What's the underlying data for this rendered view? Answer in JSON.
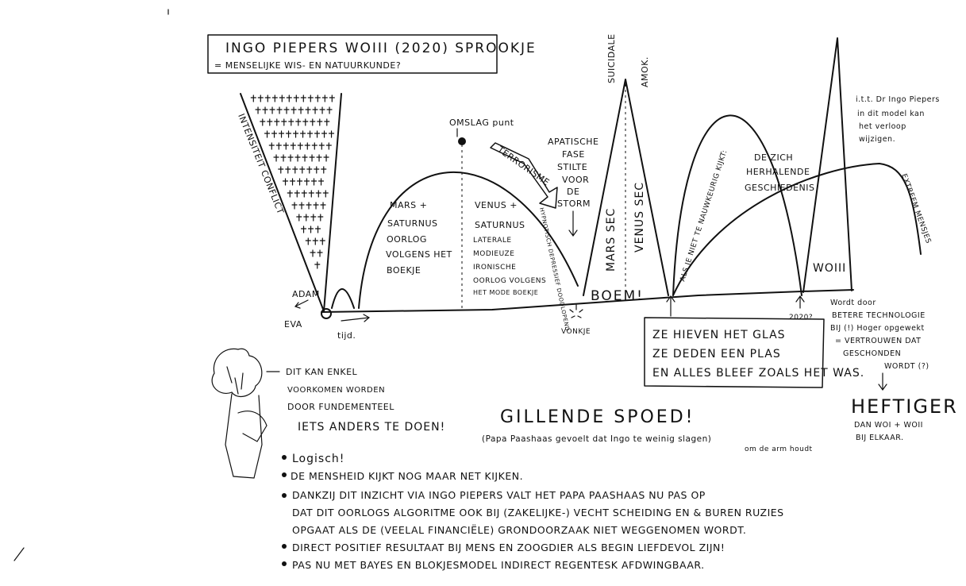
{
  "title": {
    "line1": "INGO PIEPERS WOIII (2020) SPROOKJE",
    "line2": "= MENSELIJKE WIS- EN NATUURKUNDE?"
  },
  "labels": {
    "intensiteit": "INTENSITEIT CONFLICT",
    "adam": "ADAM",
    "eva": "EVA",
    "tijd": "tijd.",
    "omslagpunt": "OMSLAG punt",
    "terrorisme": "TERRORISME",
    "hypnotisch": "HYPNOTISCH DEPRESSIEF DOODLOPEND",
    "apatische": [
      "APATISCHE",
      "FASE",
      "STILTE",
      "VOOR",
      "DE",
      "STORM"
    ],
    "suicidale": "SUICIDALE",
    "amok": "AMOK.",
    "marssec": "MARS SEC",
    "venussec": "VENUS SEC",
    "boem": "BOEM!",
    "vonkje": "VONKJE",
    "nauwkeurig": "ALS JE NIET TE NAUWKEURIG KIJKT:",
    "herhalende": [
      "DE ZICH",
      "HERHALENDE",
      "GESCHIEDENIS"
    ],
    "woiii": "WOIII",
    "jaar2020": "2020?",
    "extreem": "EXTREEM MENSJES",
    "piepers": [
      "i.t.t. Dr Ingo Piepers",
      "in dit model kan",
      "het verloop",
      "wijzigen."
    ],
    "mars_block": [
      "MARS +",
      "SATURNUS",
      "OORLOG",
      "VOLGENS HET",
      "BOEKJE"
    ],
    "venus_block": [
      "VENUS +",
      "SATURNUS",
      "LATERALE",
      "MODIEUZE",
      "IRONISCHE",
      "OORLOG VOLGENS",
      "HET MODE BOEKJE"
    ],
    "wordt": [
      "Wordt door",
      "BETERE TECHNOLOGIE",
      "BIJ (!) Hoger opgewekt",
      "= VERTROUWEN DAT",
      "GESCHONDEN",
      "WORDT (?)"
    ],
    "heftiger": "HEFTIGER",
    "dan": [
      "DAN WOI + WOII",
      "BIJ ELKAAR."
    ]
  },
  "box_text": [
    "ZE HIEVEN HET GLAS",
    "ZE DEDEN EEN PLAS",
    "EN ALLES BLEEF ZOALS HET WAS."
  ],
  "notes": {
    "enkel": [
      "DIT KAN ENKEL",
      "VOORKOMEN WORDEN",
      "DOOR FUNDEMENTEEL",
      "IETS ANDERS TE DOEN!"
    ],
    "gillende": "GILLENDE SPOED!",
    "papa": "(Papa Paashaas gevoelt dat Ingo te weinig slagen)",
    "papa2": "om de arm houdt",
    "bullets": [
      "Logisch!",
      "DE MENSHEID KIJKT NOG MAAR NET KIJKEN.",
      "DANKZIJ DIT INZICHT VIA INGO PIEPERS VALT HET PAPA PAASHAAS NU PAS OP",
      "DAT DIT OORLOGS ALGORITME OOK BIJ (ZAKELIJKE-) VECHT SCHEIDING EN & BUREN RUZIES",
      "OPGAAT ALS DE (VEELAL FINANCIËLE) GRONDOORZAAK NIET WEGGENOMEN WORDT.",
      "DIRECT POSITIEF RESULTAAT BIJ MENS EN ZOOGDIER ALS BEGIN LIEFDEVOL ZIJN!",
      "PAS NU MET BAYES EN BLOKJESMODEL INDIRECT REGENTESK AFDWINGBAAR."
    ]
  }
}
